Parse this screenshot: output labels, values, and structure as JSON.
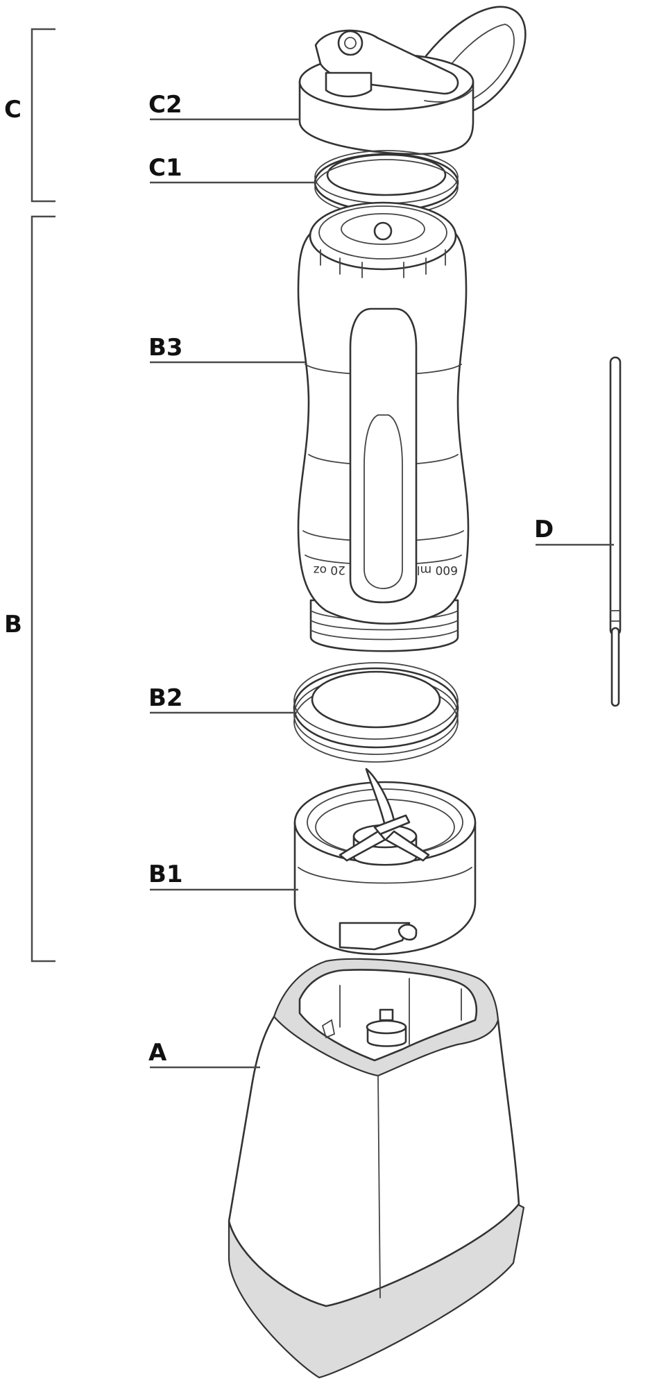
{
  "groups": {
    "c": "C",
    "b": "B"
  },
  "parts": {
    "c2": "C2",
    "c1": "C1",
    "b3": "B3",
    "b2": "B2",
    "b1": "B1",
    "a": "A",
    "d": "D"
  },
  "graduations": {
    "oz": "20 oz",
    "ml": "600 ml"
  }
}
